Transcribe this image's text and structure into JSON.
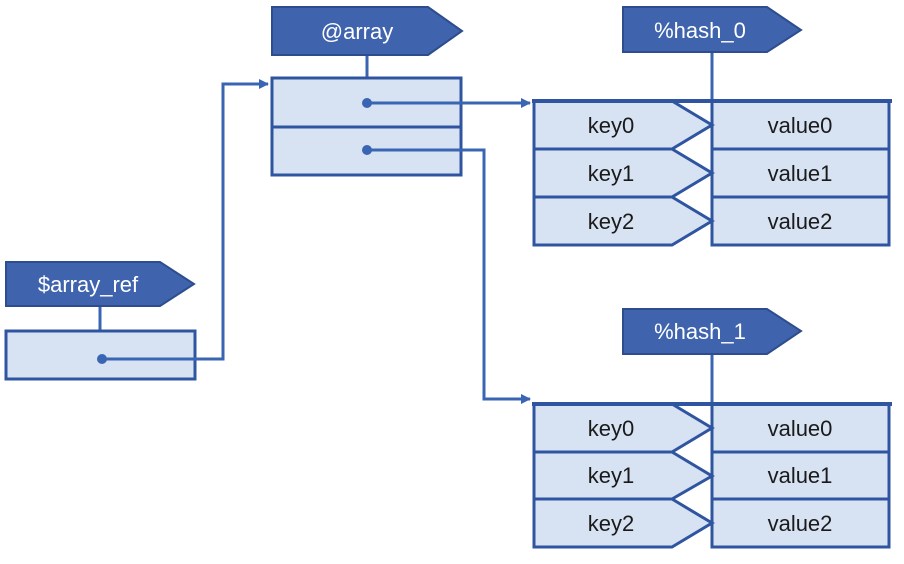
{
  "colors": {
    "tag_fill": "#3f64ad",
    "tag_stroke": "#2d4d8e",
    "cell_fill": "#d7e2f2",
    "cell_stroke": "#2f55a0",
    "arrow": "#3a65b3"
  },
  "array_ref": {
    "name": "$array_ref"
  },
  "array": {
    "name": "@array"
  },
  "hashes": [
    {
      "name": "%hash_0",
      "rows": [
        {
          "key": "key0",
          "value": "value0"
        },
        {
          "key": "key1",
          "value": "value1"
        },
        {
          "key": "key2",
          "value": "value2"
        }
      ]
    },
    {
      "name": "%hash_1",
      "rows": [
        {
          "key": "key0",
          "value": "value0"
        },
        {
          "key": "key1",
          "value": "value1"
        },
        {
          "key": "key2",
          "value": "value2"
        }
      ]
    }
  ]
}
